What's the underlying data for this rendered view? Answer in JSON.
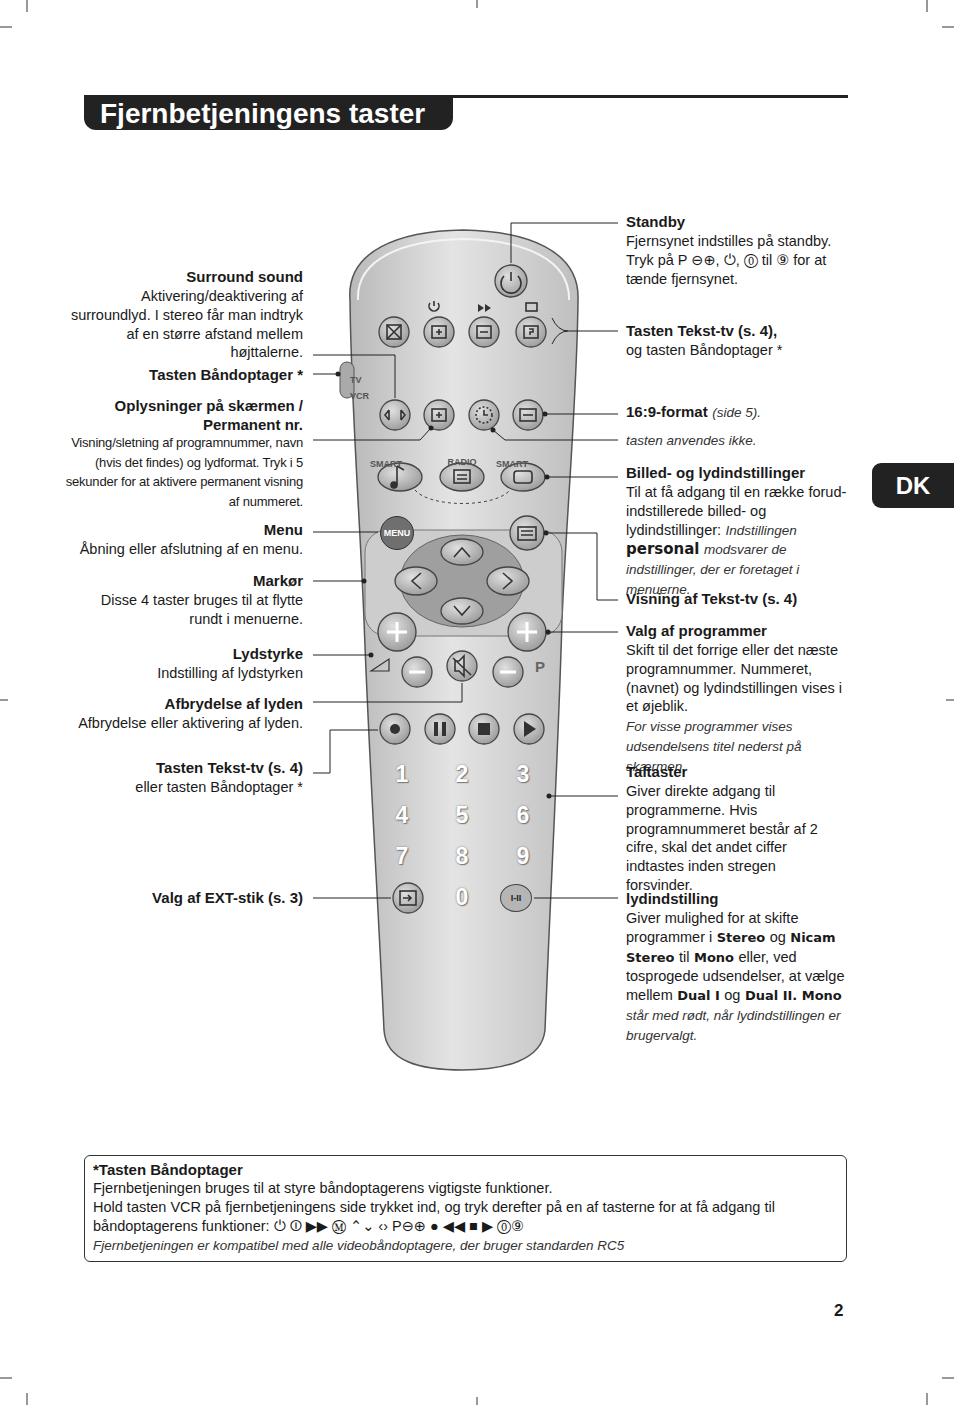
{
  "diagram": {
    "title": "Fjernbetjeningens taster",
    "nodes": [
      {
        "text": [
          "MENU"
        ]
      },
      {
        "text": [
          "I-II"
        ]
      },
      {
        "text": [
          "DK"
        ]
      },
      {
        "text": [
          "*Tasten Båndoptager",
          "Fjernbetjeningen bruges til at styre båndoptagerens vigtigste funktioner.",
          "Hold tasten VCR på fjernbetjeningens side trykket ind, og tryk derefter på en af tasterne for at få adgang til båndoptagerens funktioner: ⏻ ⏼ ▶▶ Ⓜ ⌃⌄ ‹› P⊖⊕ ● ◀◀ ■ ▶ ⓪⑨",
          "Fjernbetjeningen er kompatibel med alle videobåndoptagere, der bruger standarden RC5"
        ]
      }
    ],
    "labels": [
      "Surround sound",
      "Aktivering/deaktivering af surroundlyd. I stereo får man indtryk af en større afstand mellem højttalerne.",
      "Tasten Båndoptager *",
      "Oplysninger på skærmen / Permanent nr.",
      "Visning/sletning af programnummer, navn (hvis det findes) og lydformat. Tryk i 5 sekunder for at aktivere permanent visning af nummeret.",
      "Menu",
      "Åbning eller afslutning af en menu.",
      "Markør",
      "Disse 4 taster bruges til at flytte rundt i menuerne.",
      "Lydstyrke",
      "Indstilling af lydstyrken",
      "Afbrydelse af lyden",
      "Afbrydelse eller aktivering af lyden.",
      "Tasten Tekst-tv (s. 4)",
      "eller tasten Båndoptager *",
      "Valg af EXT-stik (s. 3)",
      "Standby",
      "Fjernsynet indstilles på standby. Tryk på P ⊖⊕, ⏻, ⓪ til ⑨ for at tænde fjernsynet.",
      "Tasten Tekst-tv (s. 4),",
      "og tasten Båndoptager *",
      "16:9-format",
      "(side 5).",
      "tasten anvendes ikke.",
      "Billed- og lydindstillinger",
      "Til at få adgang til en række forud-indstillerede billed- og lydindstillinger:",
      "Indstillingen",
      "personal",
      "modsvarer de indstillinger, der er foretaget i menuerne.",
      "Visning af Tekst-tv (s. 4)",
      "Valg af programmer",
      "Skift til det forrige eller det næste programnummer. Nummeret, (navnet) og lydindstillingen vises i et øjeblik.",
      "For visse programmer vises udsendelsens titel nederst på skærmen.",
      "Taltaster",
      "Giver direkte adgang til programmerne. Hvis programnummeret består af 2 cifre, skal det andet ciffer indtastes inden stregen forsvinder.",
      "lydindstilling",
      "Giver mulighed for at skifte programmer i",
      "Stereo",
      "og",
      "Nicam Stereo",
      "til",
      "Mono",
      "eller, ved tosprogede udsendelser, at vælge mellem",
      "Dual I",
      "og",
      "Dual II.",
      "Mono",
      "står med rødt, når lydindstillingen er brugervalgt.",
      "TV",
      "VCR",
      "SMART",
      "RADIO",
      "SMART",
      "P",
      "2",
      "1",
      "2",
      "3",
      "4",
      "5",
      "6",
      "7",
      "8",
      "9",
      "0"
    ]
  }
}
